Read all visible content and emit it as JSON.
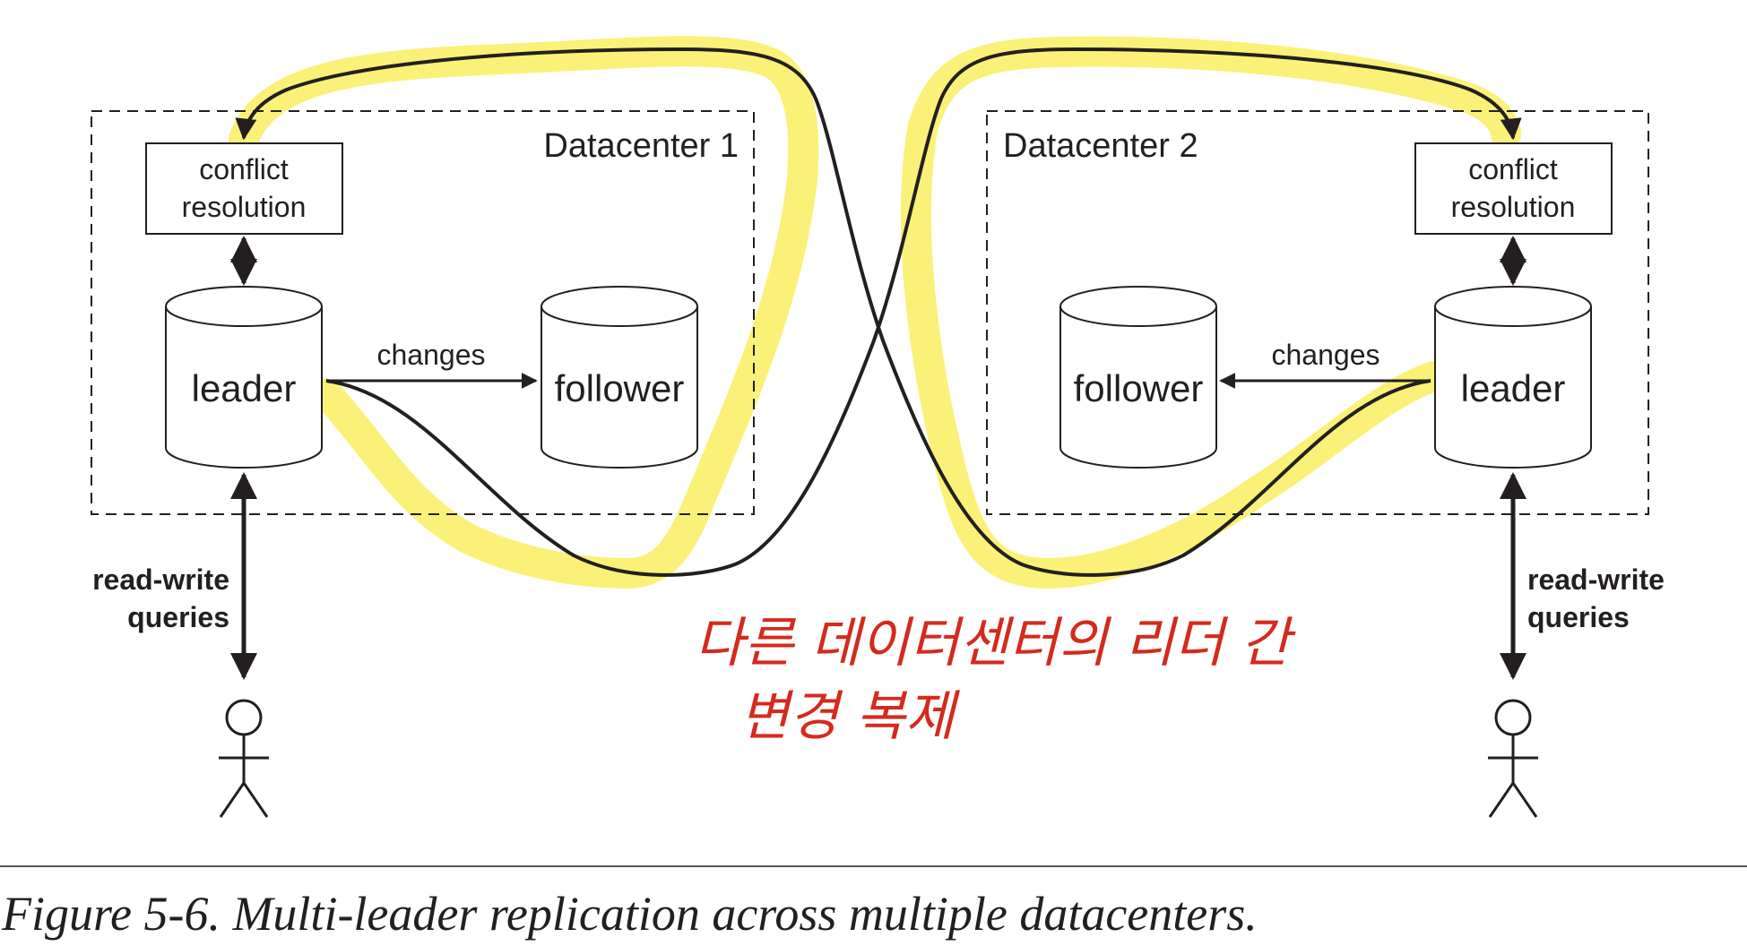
{
  "datacenter1": {
    "title": "Datacenter 1",
    "conflict_resolution": [
      "conflict",
      "resolution"
    ],
    "leader": "leader",
    "follower": "follower",
    "changes": "changes",
    "queries": [
      "read-write",
      "queries"
    ]
  },
  "datacenter2": {
    "title": "Datacenter 2",
    "conflict_resolution": [
      "conflict",
      "resolution"
    ],
    "leader": "leader",
    "follower": "follower",
    "changes": "changes",
    "queries": [
      "read-write",
      "queries"
    ]
  },
  "annotation": {
    "line1": "다른 데이터센터의 리더 간",
    "line2": "변경 복제",
    "color": "#d42a1e"
  },
  "highlight_color": "#fbf06a",
  "caption": "Figure 5-6. Multi-leader replication across multiple datacenters."
}
